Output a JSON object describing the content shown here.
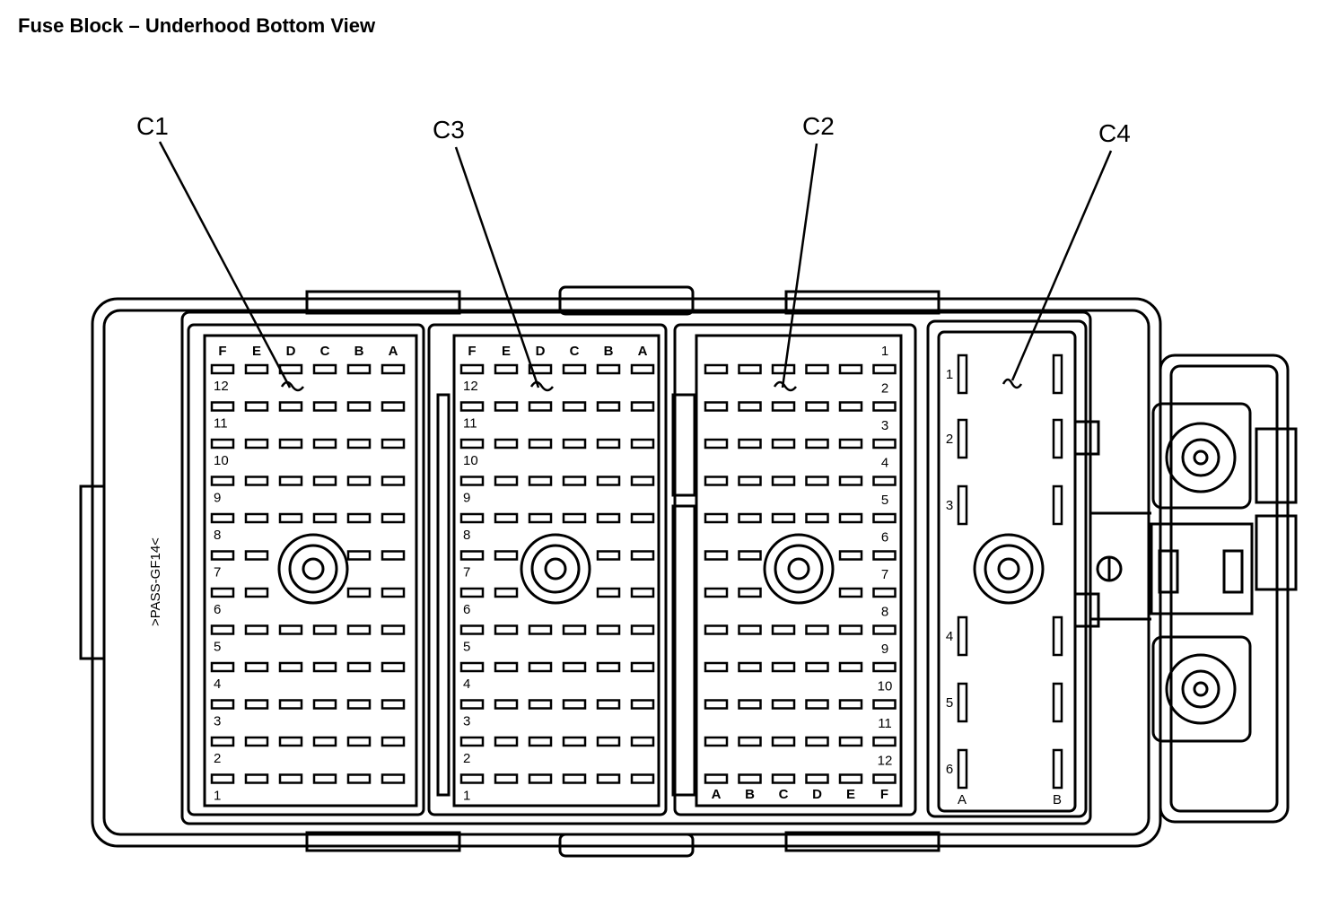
{
  "title": "Fuse Block – Underhood Bottom View",
  "side_label": ">PASS-GF14<",
  "connectors": {
    "c1": {
      "label": "C1",
      "col_labels": [
        "F",
        "E",
        "D",
        "C",
        "B",
        "A"
      ],
      "row_labels": [
        "12",
        "11",
        "10",
        "9",
        "8",
        "7",
        "6",
        "5",
        "4",
        "3",
        "2",
        "1"
      ]
    },
    "c3": {
      "label": "C3",
      "col_labels": [
        "F",
        "E",
        "D",
        "C",
        "B",
        "A"
      ],
      "row_labels": [
        "12",
        "11",
        "10",
        "9",
        "8",
        "7",
        "6",
        "5",
        "4",
        "3",
        "2",
        "1"
      ]
    },
    "c2": {
      "label": "C2",
      "col_labels": [
        "A",
        "B",
        "C",
        "D",
        "E",
        "F"
      ],
      "row_labels": [
        "1",
        "2",
        "3",
        "4",
        "5",
        "6",
        "7",
        "8",
        "9",
        "10",
        "11",
        "12"
      ]
    },
    "c4": {
      "label": "C4",
      "col_labels": [
        "A",
        "B"
      ],
      "row_labels": [
        "1",
        "2",
        "3",
        "4",
        "5",
        "6"
      ]
    }
  }
}
